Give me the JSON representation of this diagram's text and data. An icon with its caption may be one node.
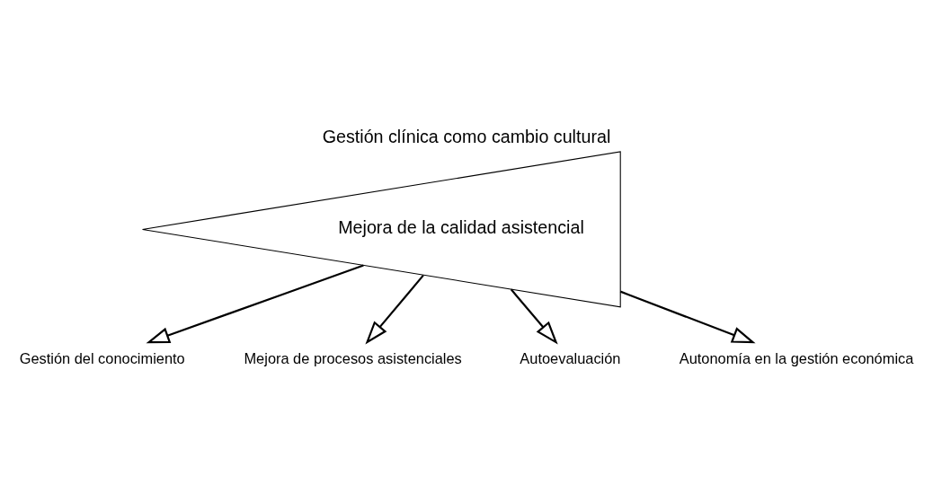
{
  "diagram": {
    "title": "Gestión clínica como cambio cultural",
    "nodes": [
      {
        "text": [
          "Mejora de la calidad asistencial"
        ]
      },
      {
        "text": [
          "Gestión del conocimiento"
        ]
      },
      {
        "text": [
          "Mejora de procesos asistenciales"
        ]
      },
      {
        "text": [
          "Autoevaluación"
        ]
      },
      {
        "text": [
          "Autonomía en la gestión económica"
        ]
      }
    ],
    "edges": [
      {
        "from": 0,
        "to": 1,
        "arrow": "to"
      },
      {
        "from": 0,
        "to": 2,
        "arrow": "to"
      },
      {
        "from": 0,
        "to": 3,
        "arrow": "to"
      },
      {
        "from": 0,
        "to": 4,
        "arrow": "to"
      }
    ]
  }
}
